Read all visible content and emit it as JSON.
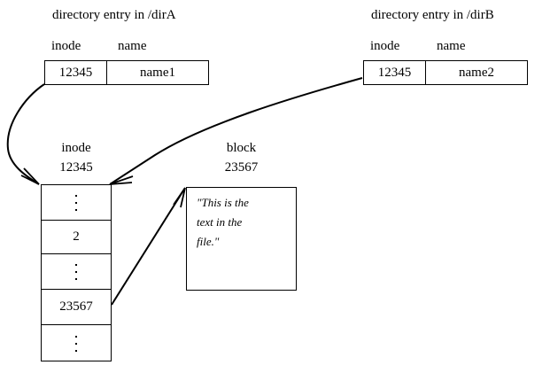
{
  "diagram": {
    "title_left": "directory entry in /dirA",
    "title_right": "directory entry in /dirB",
    "column_headers": {
      "inode": "inode",
      "name": "name"
    },
    "dir_entries": [
      {
        "id": "dirA",
        "inode": "12345",
        "name": "name1"
      },
      {
        "id": "dirB",
        "inode": "12345",
        "name": "name2"
      }
    ],
    "inode_block": {
      "caption_line1": "inode",
      "caption_line2": "12345",
      "rows": [
        {
          "type": "ellipsis",
          "value": "⋮"
        },
        {
          "type": "value",
          "value": "2"
        },
        {
          "type": "ellipsis",
          "value": "⋮"
        },
        {
          "type": "value",
          "value": "23567"
        },
        {
          "type": "ellipsis",
          "value": "⋮"
        }
      ]
    },
    "data_block": {
      "caption_line1": "block",
      "caption_line2": "23567",
      "text_line1": "\"This is the",
      "text_line2": "text in the",
      "text_line3": "file.\""
    },
    "colors": {
      "stroke": "#000000",
      "background": "#ffffff"
    }
  }
}
